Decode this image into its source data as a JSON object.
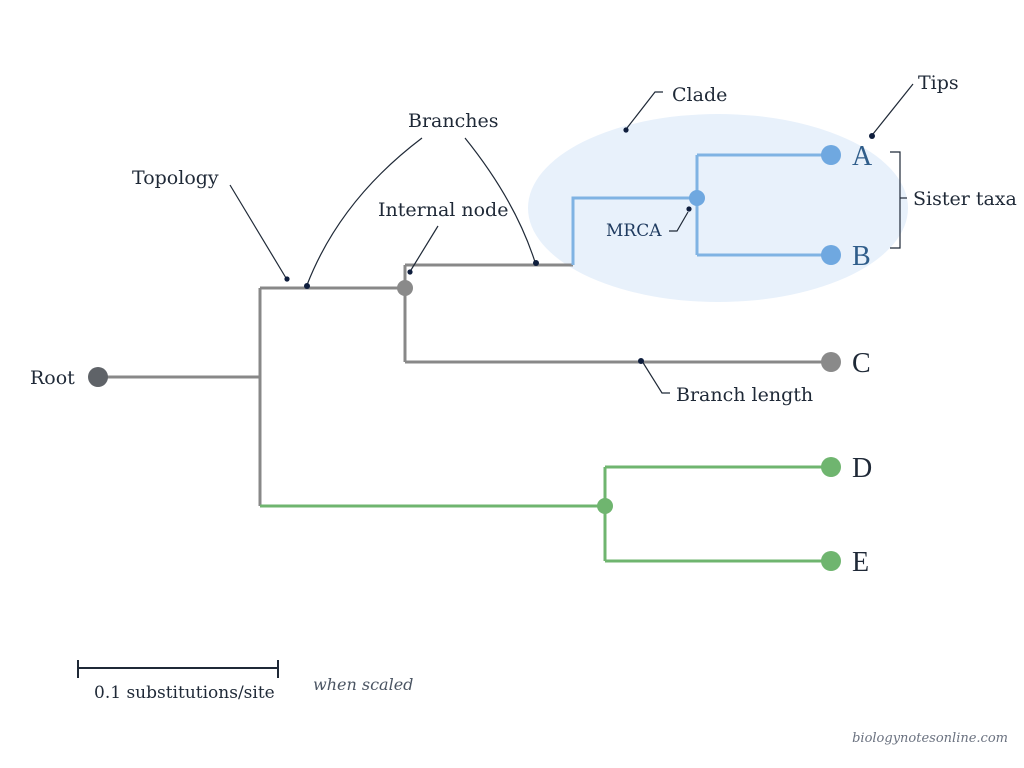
{
  "labels": {
    "root": "Root",
    "topology": "Topology",
    "branches": "Branches",
    "internal_node": "Internal node",
    "clade": "Clade",
    "tips": "Tips",
    "sister_taxa": "Sister taxa",
    "mrca": "MRCA",
    "branch_length": "Branch length"
  },
  "tips": {
    "a": "A",
    "b": "B",
    "c": "C",
    "d": "D",
    "e": "E"
  },
  "scale_bar": {
    "label": "0.1 substitutions/site",
    "note": "when scaled"
  },
  "credit": "biologynotesonline.com",
  "colors": {
    "gray_branch": "#888888",
    "blue_clade": "#7fb3e3",
    "green_clade": "#6fb56f",
    "clade_highlight": "#e8f1fb",
    "blue_node": "#6fa8e0",
    "green_node": "#6fb56f",
    "root_node": "#5f6368"
  }
}
